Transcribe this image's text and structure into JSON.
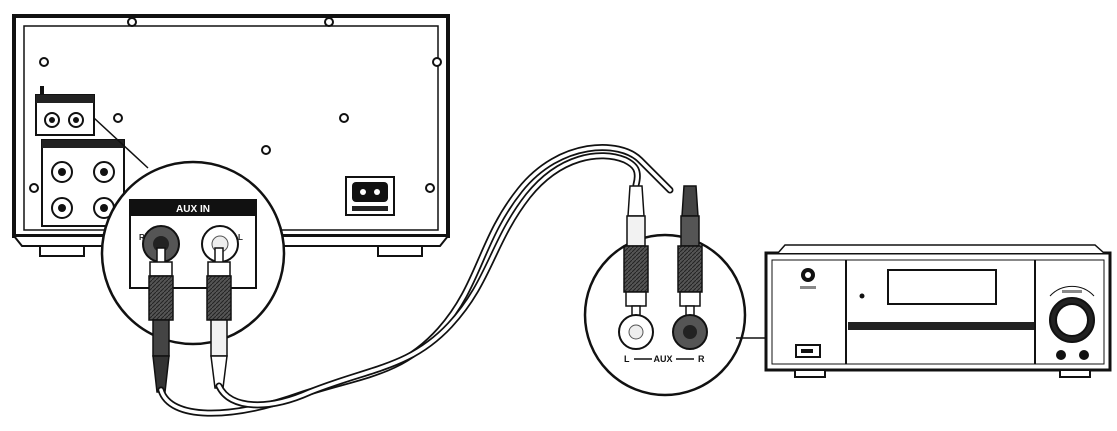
{
  "speaker_unit": {
    "aux_in_label": "AUX IN",
    "left_jack_letter": "L",
    "right_jack_letter": "R"
  },
  "player_unit": {
    "aux_label": "L — AUX — R",
    "aux_left_letter": "L",
    "aux_mid_text": "AUX",
    "aux_right_letter": "R"
  }
}
